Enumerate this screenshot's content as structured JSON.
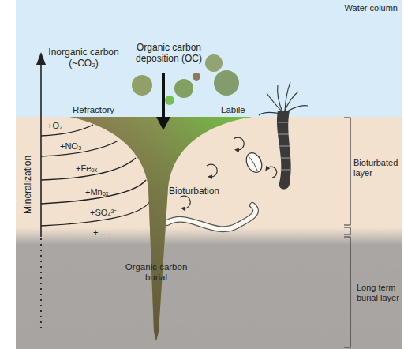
{
  "diagram": {
    "nodes": [
      {
        "text": [
          "Water column"
        ]
      },
      {
        "text": [
          "Bioturbated layer"
        ]
      },
      {
        "text": [
          "Long term burial layer"
        ]
      },
      {
        "text": [
          "Organic carbon burial"
        ]
      }
    ],
    "labels": [
      "Inorganic carbon (~CO₂)",
      "Organic carbon deposition (OC)",
      "Refractory",
      "Labile",
      "Mineralization",
      "+O₂",
      "+NO₃",
      "+Feₒₓ",
      "+Mnₒₓ",
      "+SO₄²⁻",
      "+ ....",
      "Bioturbation"
    ]
  }
}
